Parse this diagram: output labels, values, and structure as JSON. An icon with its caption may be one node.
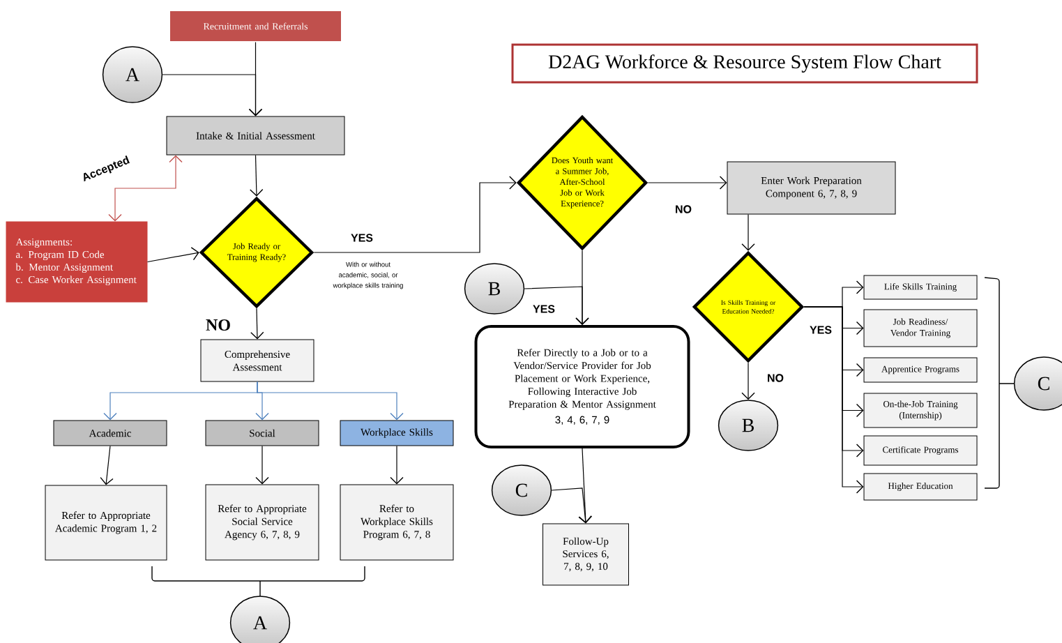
{
  "diagram": {
    "title": "D2AG Workforce & Resource System Flow Chart",
    "nodes": [
      {
        "text": [
          "Recruitment and Referrals"
        ]
      },
      {
        "text": [
          "A"
        ]
      },
      {
        "text": [
          "Intake & Initial Assessment"
        ]
      },
      {
        "text": [
          "Assignments:",
          "a. Program ID Code",
          "b. Mentor Assignment",
          "c. Case Worker Assignment"
        ]
      },
      {
        "text": [
          "Job Ready or Training Ready?"
        ]
      },
      {
        "text": [
          "Comprehensive Assessment"
        ]
      },
      {
        "text": [
          "Academic"
        ]
      },
      {
        "text": [
          "Social"
        ]
      },
      {
        "text": [
          "Workplace Skills"
        ]
      },
      {
        "text": [
          "Refer to Appropriate Academic Program 1, 2"
        ]
      },
      {
        "text": [
          "Refer to Appropriate Social Service Agency 6, 7, 8, 9"
        ]
      },
      {
        "text": [
          "Refer to Workplace Skills Program 6, 7, 8"
        ]
      },
      {
        "text": [
          "A"
        ]
      },
      {
        "text": [
          "Does Youth want a Summer Job, After-School Job or Work Experience?"
        ]
      },
      {
        "text": [
          "Enter Work Preparation Component 6, 7, 8, 9"
        ]
      },
      {
        "text": [
          "B"
        ]
      },
      {
        "text": [
          "Refer Directly to a Job or to a Vendor/Service Provider for Job Placement or Work Experience, Following Interactive Job Preparation & Mentor Assignment",
          "3, 4, 6, 7, 9"
        ]
      },
      {
        "text": [
          "C"
        ]
      },
      {
        "text": [
          "Follow-Up Services 6, 7, 8, 9, 10"
        ]
      },
      {
        "text": [
          "Is Skills Training or Education Needed?"
        ]
      },
      {
        "text": [
          "B"
        ]
      },
      {
        "text": [
          "Life Skills Training"
        ]
      },
      {
        "text": [
          "Job Readiness/ Vendor Training"
        ]
      },
      {
        "text": [
          "Apprentice Programs"
        ]
      },
      {
        "text": [
          "On-the-Job Training (Internship)"
        ]
      },
      {
        "text": [
          "Certificate Programs"
        ]
      },
      {
        "text": [
          "Higher Education"
        ]
      },
      {
        "text": [
          "C"
        ]
      }
    ],
    "edges": [
      {
        "from": 0,
        "to": 2,
        "arrow": "to"
      },
      {
        "from": 1,
        "to": 2,
        "arrow": "to"
      },
      {
        "from": 2,
        "to": 4,
        "arrow": "to"
      },
      {
        "from": 3,
        "to": 2,
        "arrow": "both",
        "label": "Accepted",
        "color": "#c0504d"
      },
      {
        "from": 3,
        "to": 4,
        "arrow": "to"
      },
      {
        "from": 4,
        "to": 13,
        "arrow": "to",
        "label": "YES"
      },
      {
        "from": 4,
        "to": 5,
        "arrow": "to",
        "label": "NO"
      },
      {
        "from": 5,
        "to": 6,
        "arrow": "to",
        "color": "#4f81bd"
      },
      {
        "from": 5,
        "to": 7,
        "arrow": "to",
        "color": "#4f81bd"
      },
      {
        "from": 5,
        "to": 8,
        "arrow": "to",
        "color": "#4f81bd"
      },
      {
        "from": 6,
        "to": 9,
        "arrow": "to"
      },
      {
        "from": 7,
        "to": 10,
        "arrow": "to"
      },
      {
        "from": 8,
        "to": 11,
        "arrow": "to"
      },
      {
        "from": 13,
        "to": 14,
        "arrow": "to",
        "label": "NO"
      },
      {
        "from": 13,
        "to": 16,
        "arrow": "to",
        "label": "YES"
      },
      {
        "from": 15,
        "to": 16,
        "arrow": "to"
      },
      {
        "from": 14,
        "to": 19,
        "arrow": "to"
      },
      {
        "from": 19,
        "to": 20,
        "arrow": "to",
        "label": "NO"
      },
      {
        "from": 19,
        "to": 21,
        "arrow": "to",
        "label": "YES"
      },
      {
        "from": 19,
        "to": 22,
        "arrow": "to"
      },
      {
        "from": 19,
        "to": 23,
        "arrow": "to"
      },
      {
        "from": 19,
        "to": 24,
        "arrow": "to"
      },
      {
        "from": 19,
        "to": 25,
        "arrow": "to"
      },
      {
        "from": 19,
        "to": 26,
        "arrow": "to"
      },
      {
        "from": 16,
        "to": 18,
        "arrow": "to"
      },
      {
        "from": 17,
        "to": 18,
        "arrow": "to"
      }
    ],
    "labels": [
      "With or without academic, social, or workplace skills training"
    ]
  }
}
